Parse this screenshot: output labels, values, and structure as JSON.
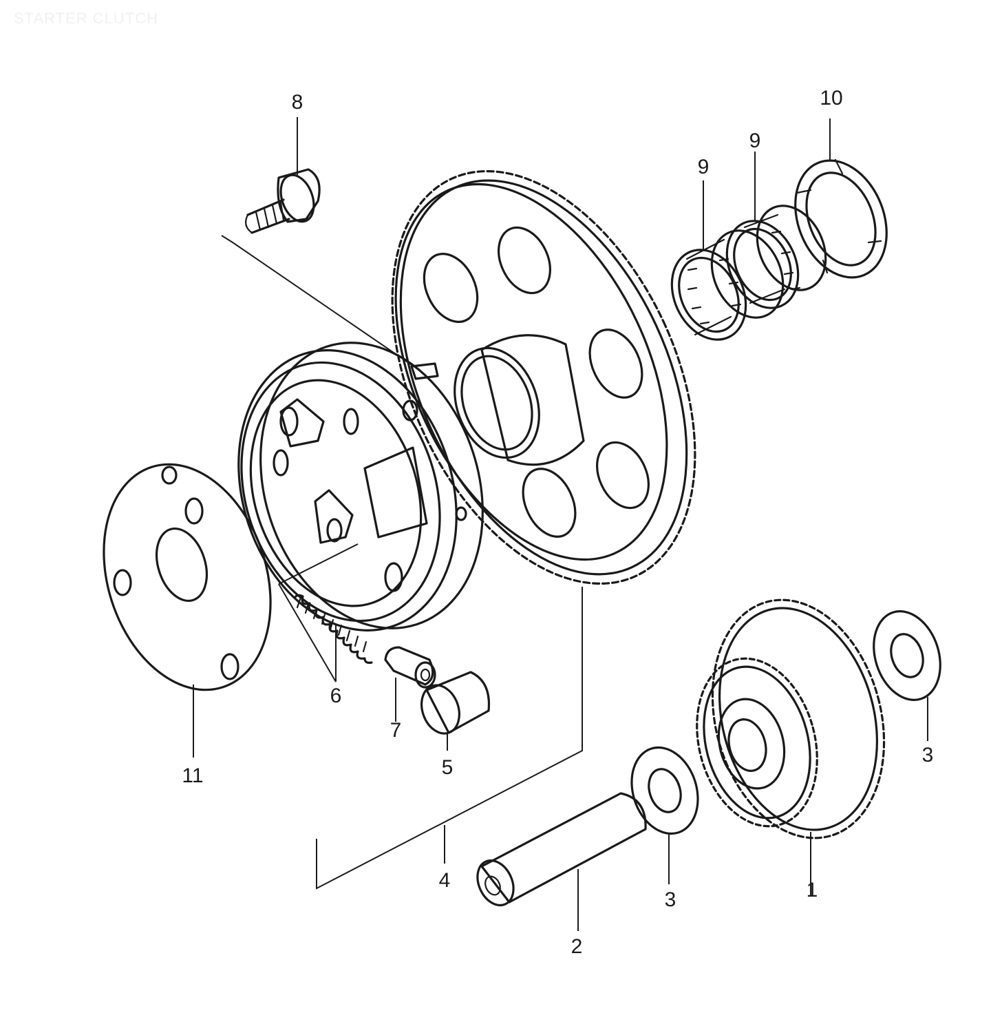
{
  "title": "STARTER CLUTCH",
  "callouts": [
    {
      "id": "c8",
      "text": "8"
    },
    {
      "id": "c10",
      "text": "10"
    },
    {
      "id": "c9a",
      "text": "9"
    },
    {
      "id": "c9b",
      "text": "9"
    },
    {
      "id": "c6",
      "text": "6"
    },
    {
      "id": "c7",
      "text": "7"
    },
    {
      "id": "c5",
      "text": "5"
    },
    {
      "id": "c11",
      "text": "11"
    },
    {
      "id": "c4",
      "text": "4"
    },
    {
      "id": "c2",
      "text": "2"
    },
    {
      "id": "c3a",
      "text": "3"
    },
    {
      "id": "c1",
      "text": "1"
    },
    {
      "id": "c3b",
      "text": "3"
    }
  ]
}
